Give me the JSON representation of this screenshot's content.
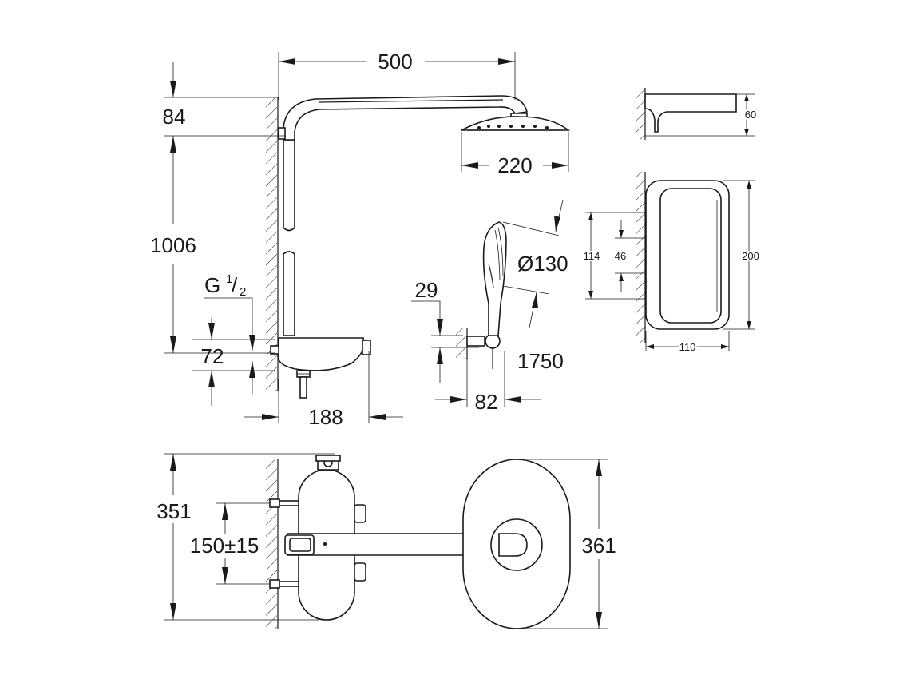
{
  "dimensions": {
    "arm_length": "500",
    "head_top_offset": "84",
    "head_diameter": "220",
    "height_total": "1006",
    "thread_main": "G",
    "thread_fraction_num": "1",
    "thread_fraction_den": "2",
    "outlet_spacing": "72",
    "thermostat_depth": "188",
    "holder_offset": "29",
    "hand_shower_diameter": "Ø130",
    "hose_length": "1750",
    "holder_depth": "82",
    "shelf_height": "60",
    "shelf_outer_height": "200",
    "shelf_width": "110",
    "shelf_bracket_span": "114",
    "shelf_bracket_inner": "46",
    "front_total_height": "351",
    "inlet_spacing": "150±15",
    "head_front_height": "361"
  }
}
